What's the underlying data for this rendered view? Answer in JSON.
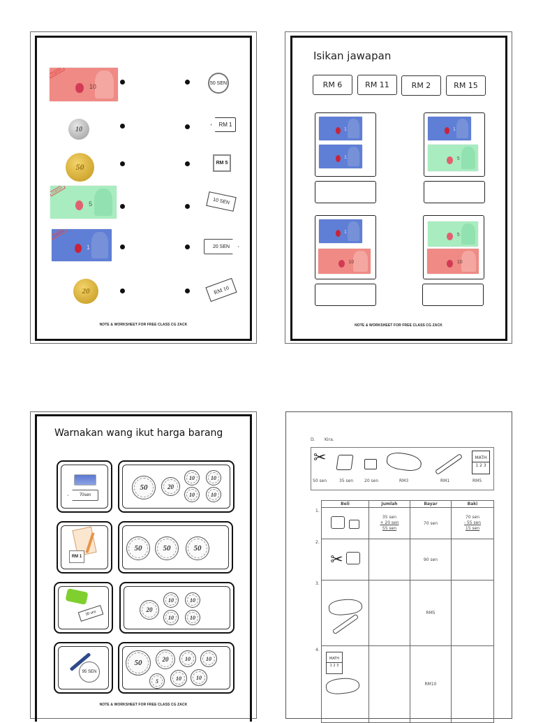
{
  "footer_text": "NOTE & WORKSHEET FOR FREE CLASS CG ZACK",
  "colors": {
    "note_rm10": "#f08a84",
    "note_rm5": "#a8ecc0",
    "note_rm1": "#5f7ed6",
    "coin_gold": "#d9b132",
    "coin_silver": "#b8b8b8",
    "frame": "#111111"
  },
  "page1": {
    "watermark": "CONTOH",
    "left_items": [
      {
        "type": "note",
        "label": "RM10",
        "value": "10"
      },
      {
        "type": "coin",
        "label": "10 sen",
        "value": "10"
      },
      {
        "type": "coin",
        "label": "50 sen",
        "value": "50"
      },
      {
        "type": "note",
        "label": "RM5",
        "value": "5"
      },
      {
        "type": "note",
        "label": "RM1",
        "value": "1"
      },
      {
        "type": "coin",
        "label": "20 sen",
        "value": "20"
      }
    ],
    "right_tags": [
      "50 SEN",
      "RM 1",
      "RM 5",
      "10 SEN",
      "20 SEN",
      "RM 10"
    ]
  },
  "page2": {
    "title": "Isikan jawapan",
    "options": [
      "RM 6",
      "RM 11",
      "RM 2",
      "RM 15"
    ],
    "groups": [
      {
        "notes": [
          "1",
          "1"
        ],
        "answer": ""
      },
      {
        "notes": [
          "1",
          "5"
        ],
        "answer": ""
      },
      {
        "notes": [
          "1",
          "10"
        ],
        "answer": ""
      },
      {
        "notes": [
          "5",
          "10"
        ],
        "answer": ""
      }
    ]
  },
  "page3": {
    "title": "Warnakan wang ikut harga barang",
    "rows": [
      {
        "item": "eraser",
        "price": "70sen",
        "coins": [
          "50",
          "20",
          "10",
          "10",
          "10",
          "10"
        ]
      },
      {
        "item": "notebook",
        "price": "RM 1",
        "coins": [
          "50",
          "50",
          "50"
        ]
      },
      {
        "item": "sharpener",
        "price": "30 sen",
        "coins": [
          "20",
          "10",
          "10",
          "10",
          "10"
        ]
      },
      {
        "item": "pen",
        "price": "95 SEN",
        "coins": [
          "50",
          "20",
          "10",
          "10",
          "5",
          "10",
          "10"
        ]
      }
    ]
  },
  "page4": {
    "section": "D.",
    "instruction": "Kira.",
    "price_list": [
      {
        "item": "scissors",
        "price": "50 sen"
      },
      {
        "item": "sharpener",
        "price": "35 sen"
      },
      {
        "item": "eraser",
        "price": "20 sen"
      },
      {
        "item": "pencil case",
        "price": "RM3"
      },
      {
        "item": "pen",
        "price": "RM1"
      },
      {
        "item": "math book",
        "price": "RM5"
      }
    ],
    "table": {
      "headers": [
        "Beli",
        "Jumlah",
        "Bayar",
        "Baki"
      ],
      "rows": [
        {
          "num": "1.",
          "items": [
            "sharpener",
            "eraser"
          ],
          "jumlah": [
            "35 sen",
            "+ 20 sen",
            "55 sen"
          ],
          "bayar": "70 sen",
          "baki": [
            "70 sen",
            "- 55 sen",
            "15 sen"
          ]
        },
        {
          "num": "2.",
          "items": [
            "scissors",
            "sharpener"
          ],
          "jumlah": [],
          "bayar": "90 sen",
          "baki": []
        },
        {
          "num": "3.",
          "items": [
            "pencil case",
            "pen"
          ],
          "jumlah": [],
          "bayar": "RM5",
          "baki": []
        },
        {
          "num": "4.",
          "items": [
            "math book",
            "pencil case"
          ],
          "jumlah": [],
          "bayar": "RM10",
          "baki": []
        }
      ]
    },
    "math_book": {
      "title": "MATH",
      "digits": "1 2 3"
    }
  }
}
